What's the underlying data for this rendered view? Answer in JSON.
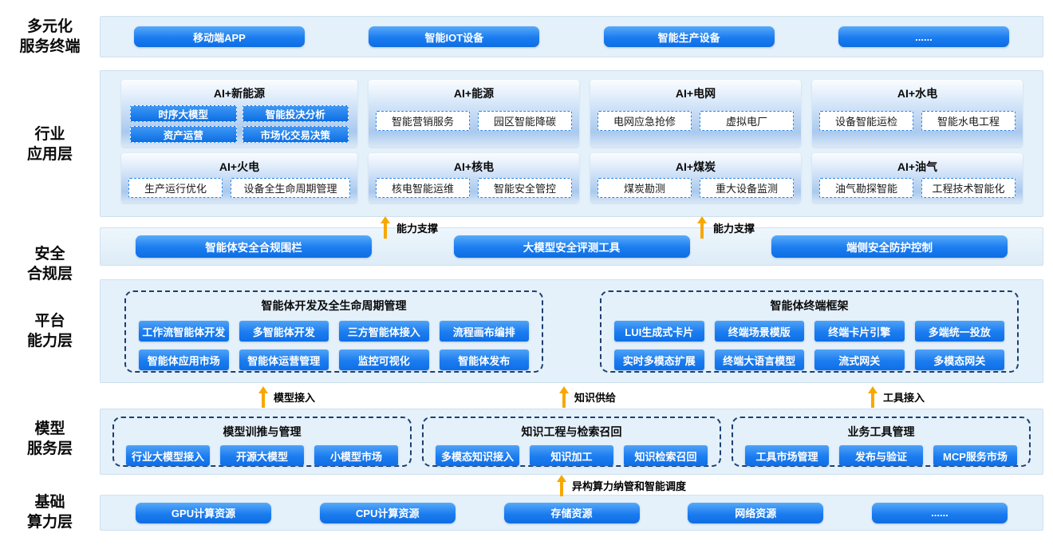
{
  "colors": {
    "band_background": "#e4f0fa",
    "pill_blue_top": "#58aaf8",
    "pill_blue_bottom": "#0e6de2",
    "card_gradient_mid": "#a9c9ee",
    "dashed_group_border": "#1d3f71",
    "chip_outline_border": "#2f86e8",
    "arrow_orange": "#f7a800"
  },
  "side_labels": {
    "terminals": {
      "line1": "多元化",
      "line2": "服务终端"
    },
    "industry": {
      "line1": "行业",
      "line2": "应用层"
    },
    "security": {
      "line1": "安全",
      "line2": "合规层"
    },
    "platform": {
      "line1": "平台",
      "line2": "能力层"
    },
    "model": {
      "line1": "模型",
      "line2": "服务层"
    },
    "compute": {
      "line1": "基础",
      "line2": "算力层"
    }
  },
  "layer_terminals": {
    "pills": [
      "移动端APP",
      "智能IOT设备",
      "智能生产设备",
      "......"
    ]
  },
  "layer_industry": {
    "cards": [
      {
        "title": "AI+新能源",
        "items": [
          "时序大模型",
          "智能投决分析",
          "资产运营",
          "市场化交易决策"
        ]
      },
      {
        "title": "AI+能源",
        "items": [
          "智能营销服务",
          "园区智能降碳"
        ]
      },
      {
        "title": "AI+电网",
        "items": [
          "电网应急抢修",
          "虚拟电厂"
        ]
      },
      {
        "title": "AI+水电",
        "items": [
          "设备智能运检",
          "智能水电工程"
        ]
      },
      {
        "title": "AI+火电",
        "items": [
          "生产运行优化",
          "设备全生命周期管理"
        ]
      },
      {
        "title": "AI+核电",
        "items": [
          "核电智能运维",
          "智能安全管控"
        ]
      },
      {
        "title": "AI+煤炭",
        "items": [
          "煤炭勘测",
          "重大设备监测"
        ]
      },
      {
        "title": "AI+油气",
        "items": [
          "油气勘探智能",
          "工程技术智能化"
        ]
      }
    ]
  },
  "layer_security": {
    "pills": [
      "智能体安全合规围栏",
      "大模型安全评测工具",
      "端侧安全防护控制"
    ]
  },
  "layer_platform": {
    "groups": [
      {
        "title": "智能体开发及全生命周期管理",
        "items": [
          "工作流智能体开发",
          "多智能体开发",
          "三方智能体接入",
          "流程画布编排",
          "智能体应用市场",
          "智能体运营管理",
          "监控可视化",
          "智能体发布"
        ]
      },
      {
        "title": "智能体终端框架",
        "items": [
          "LUI生成式卡片",
          "终端场景模版",
          "终端卡片引擎",
          "多端统一投放",
          "实时多模态扩展",
          "终端大语言模型",
          "流式网关",
          "多模态网关"
        ]
      }
    ]
  },
  "layer_model": {
    "groups": [
      {
        "title": "模型训推与管理",
        "items": [
          "行业大模型接入",
          "开源大模型",
          "小模型市场"
        ]
      },
      {
        "title": "知识工程与检索召回",
        "items": [
          "多模态知识接入",
          "知识加工",
          "知识检索召回"
        ]
      },
      {
        "title": "业务工具管理",
        "items": [
          "工具市场管理",
          "发布与验证",
          "MCP服务市场"
        ]
      }
    ]
  },
  "layer_compute": {
    "pills": [
      "GPU计算资源",
      "CPU计算资源",
      "存储资源",
      "网络资源",
      "......"
    ]
  },
  "arrows": {
    "capability": "能力支撑",
    "model_access": "模型接入",
    "knowledge_supply": "知识供给",
    "tool_access": "工具接入",
    "compute_schedule": "异构算力纳管和智能调度"
  }
}
